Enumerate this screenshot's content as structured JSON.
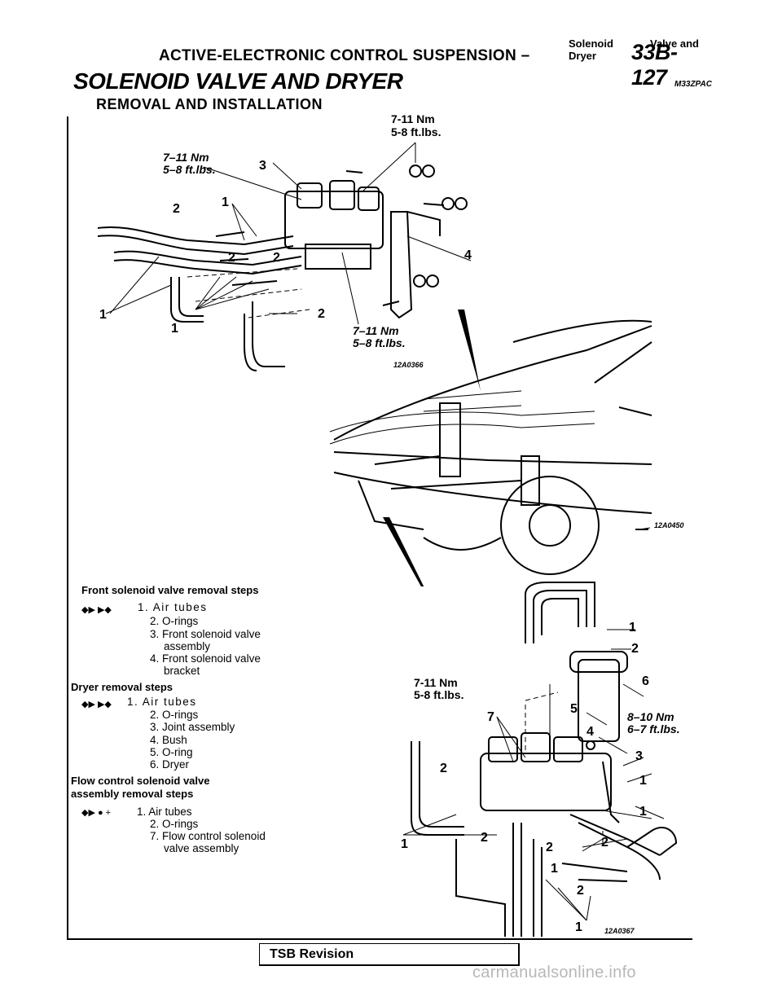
{
  "header": {
    "section": "ACTIVE-ELECTRONIC CONTROL SUSPENSION –",
    "sub_line1": "Solenoid",
    "sub_line2": "Dryer",
    "sub_and": "Valve and",
    "page": "33B-127"
  },
  "title": "SOLENOID VALVE AND DRYER",
  "code": "M33ZPAC",
  "subtitle": "REMOVAL AND INSTALLATION",
  "diagram1": {
    "torque_top_nm": "7-11 Nm",
    "torque_top_ft": "5-8 ft.lbs.",
    "torque_left_nm": "7–11 Nm",
    "torque_left_ft": "5–8 ft.lbs.",
    "torque_bottom_nm": "7–11 Nm",
    "torque_bottom_ft": "5–8 ft.lbs.",
    "callouts": [
      "1",
      "2",
      "2",
      "2",
      "2",
      "3",
      "4",
      "1",
      "1"
    ],
    "code": "12A0366"
  },
  "car_diagram": {
    "code": "12A0450"
  },
  "diagram3": {
    "torque_nm": "7-11 Nm",
    "torque_ft": "5-8 ft.lbs.",
    "torque2_nm": "8–10 Nm",
    "torque2_ft": "6–7 ft.lbs.",
    "callouts": [
      "1",
      "2",
      "6",
      "5",
      "4",
      "3",
      "7",
      "2",
      "1",
      "1",
      "2",
      "2",
      "2",
      "1",
      "1",
      "2",
      "1"
    ],
    "code": "12A0367"
  },
  "front_steps": {
    "title": "Front solenoid valve removal steps",
    "marks": "◆▶ ▶◆",
    "items": [
      "1. Air tubes",
      "2. O-rings",
      "3. Front solenoid valve",
      "assembly",
      "4. Front solenoid valve",
      "bracket"
    ]
  },
  "dryer_steps": {
    "title": "Dryer removal steps",
    "marks": "◆▶ ▶◆",
    "items": [
      "1. Air tubes",
      "2. O-rings",
      "3. Joint assembly",
      "4. Bush",
      "5. O-ring",
      "6. Dryer"
    ]
  },
  "flow_steps": {
    "title1": "Flow control solenoid valve",
    "title2": "assembly removal steps",
    "marks": "◆▶ ● +",
    "items": [
      "1. Air tubes",
      "2. O-rings",
      "7. Flow control solenoid",
      "valve assembly"
    ]
  },
  "footer": {
    "tsb": "TSB Revision",
    "watermark": "carmanualsonline.info"
  }
}
